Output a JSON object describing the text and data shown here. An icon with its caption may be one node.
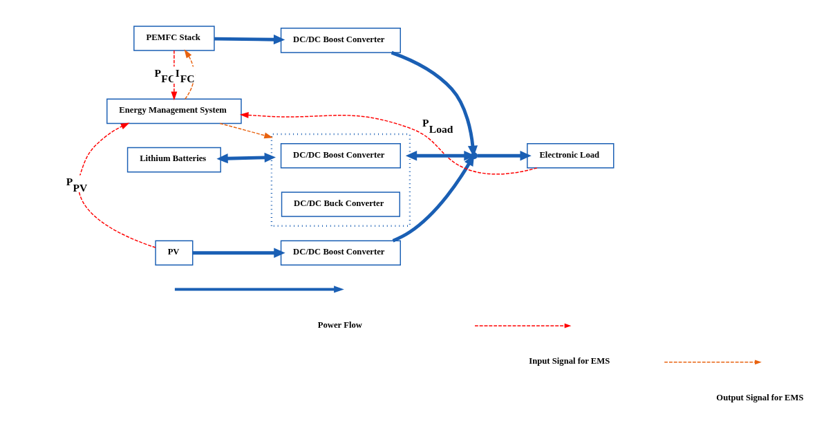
{
  "diagram": {
    "nodes": [
      {
        "text": [
          "PEMFC Stack"
        ]
      },
      {
        "text": [
          "DC/DC Boost Converter"
        ]
      },
      {
        "text": [
          "PV"
        ]
      },
      {
        "text": [
          "DC/DC Boost Converter"
        ]
      },
      {
        "text": [],
        "shape": "point"
      },
      {
        "text": [
          "Electronic Load"
        ]
      },
      {
        "text": [],
        "shape": "box"
      },
      {
        "text": [
          "DC/DC Boost Converter"
        ],
        "in": 6
      },
      {
        "text": [
          "DC/DC Buck Converter"
        ],
        "in": 6
      },
      {
        "text": [
          "Energy Management System"
        ]
      },
      {
        "text": [
          "Lithium Batteries"
        ]
      }
    ],
    "edges": [
      {
        "from": 0,
        "to": 1,
        "arrow": "to"
      },
      {
        "from": 1,
        "to": 4,
        "arrow": "to"
      },
      {
        "from": 2,
        "to": 3,
        "arrow": "to"
      },
      {
        "from": 3,
        "to": 4,
        "arrow": "to"
      },
      {
        "from": 4,
        "to": 5,
        "arrow": "to"
      },
      {
        "from": 6,
        "to": 4,
        "arrow": "both"
      },
      {
        "from": 10,
        "to": 6,
        "arrow": "both"
      },
      {
        "from": 0,
        "to": 9,
        "arrow": "to",
        "style": "dashed",
        "color": "#ff0000",
        "label": "P$_{FC}$"
      },
      {
        "from": 2,
        "to": 9,
        "arrow": "to",
        "style": "dashed",
        "color": "#ff0000",
        "label": "P$_{PV}$"
      },
      {
        "from": 5,
        "to": 9,
        "arrow": "to",
        "style": "dashed",
        "color": "#ff0000",
        "label": "P$_{Load}$"
      },
      {
        "from": 9,
        "to": 0,
        "arrow": "to",
        "style": "dashed",
        "color": "#e8620f",
        "label": "I$_{FC}$"
      },
      {
        "from": 9,
        "to": 6,
        "arrow": "to",
        "style": "dashed",
        "color": "#e8620f"
      }
    ],
    "legend": [
      {
        "text": "Power Flow"
      },
      {
        "text": "Input Signal for EMS"
      },
      {
        "text": "Output Signal for EMS"
      }
    ]
  }
}
